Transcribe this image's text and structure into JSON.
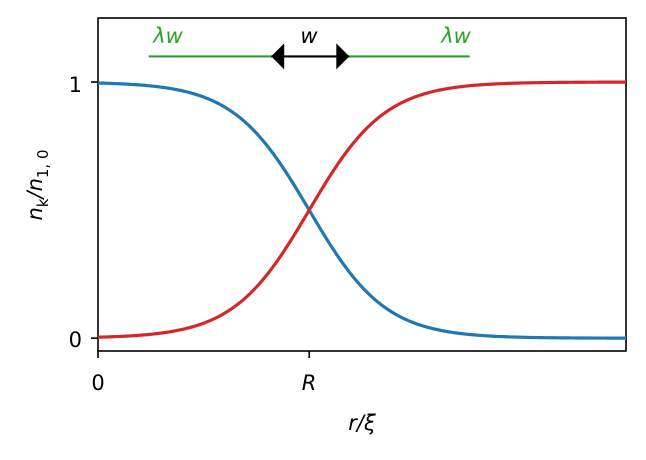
{
  "chart_data": {
    "type": "line",
    "xlabel": "r/ξ",
    "ylabel": "n_k/n_{1,0}",
    "x_ticks": [
      {
        "value": 0,
        "label": "0"
      },
      {
        "value": 1,
        "label": "R"
      }
    ],
    "y_ticks": [
      {
        "value": 0,
        "label": "0"
      },
      {
        "value": 1,
        "label": "1"
      }
    ],
    "xlim": [
      0,
      2.5
    ],
    "ylim": [
      -0.05,
      1.25
    ],
    "grid": false,
    "transition_center": 1,
    "transition_width": 0.36,
    "series": [
      {
        "color": "#1f77b4",
        "shape": "decreasing-sigmoid"
      },
      {
        "color": "#d62728",
        "shape": "increasing-sigmoid"
      }
    ],
    "annotations": {
      "left_label": "λw",
      "middle_label": "w",
      "right_label": "λw",
      "green_color": "#2ca02c",
      "arrow_color": "#000000",
      "left_segment": [
        0.24,
        0.82
      ],
      "arrow_segment": [
        0.82,
        1.19
      ],
      "right_segment": [
        1.19,
        1.76
      ],
      "segment_y": 1.1
    }
  }
}
